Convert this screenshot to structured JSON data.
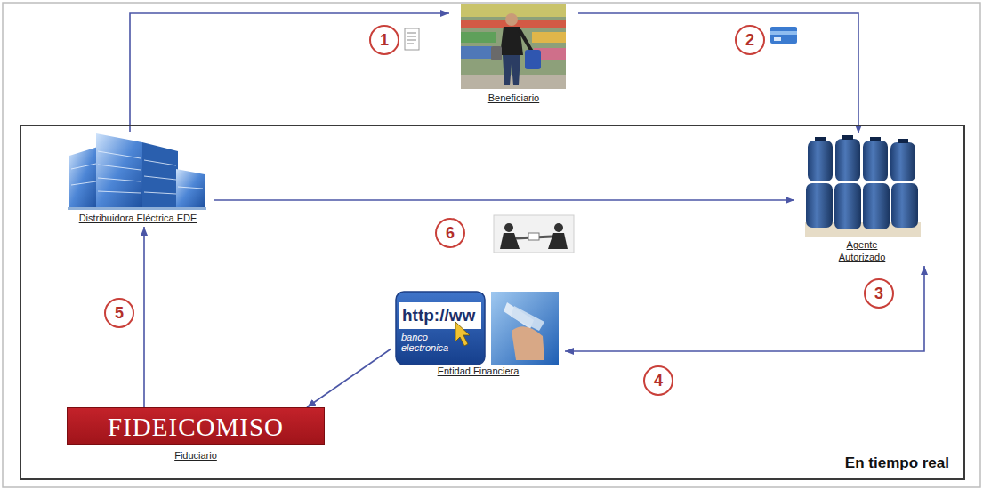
{
  "diagram": {
    "nodes": [
      {
        "text": [
          "Beneficiario"
        ]
      },
      {
        "text": [
          "En tiempo real"
        ]
      },
      {
        "text": [
          "Distribuidora Eléctrica EDE"
        ],
        "in": 1
      },
      {
        "text": [
          "Agente Autorizado"
        ],
        "in": 1
      },
      {
        "text": [
          "Entidad Financiera"
        ],
        "in": 1
      },
      {
        "text": [
          "FIDEICOMISO",
          "Fiduciario"
        ],
        "in": 1
      }
    ],
    "edges": [
      {
        "from": 2,
        "to": 0,
        "arrow": "to"
      },
      {
        "from": 0,
        "to": 3,
        "arrow": "to"
      },
      {
        "from": 2,
        "to": 3,
        "arrow": "to"
      },
      {
        "from": 4,
        "to": 3,
        "arrow": "both"
      },
      {
        "from": 4,
        "to": 5,
        "arrow": "to"
      },
      {
        "from": 5,
        "to": 2,
        "arrow": "to"
      }
    ],
    "labels": [
      "1",
      "2",
      "3",
      "4",
      "5",
      "6",
      "http://ww",
      "banco electronica"
    ]
  }
}
